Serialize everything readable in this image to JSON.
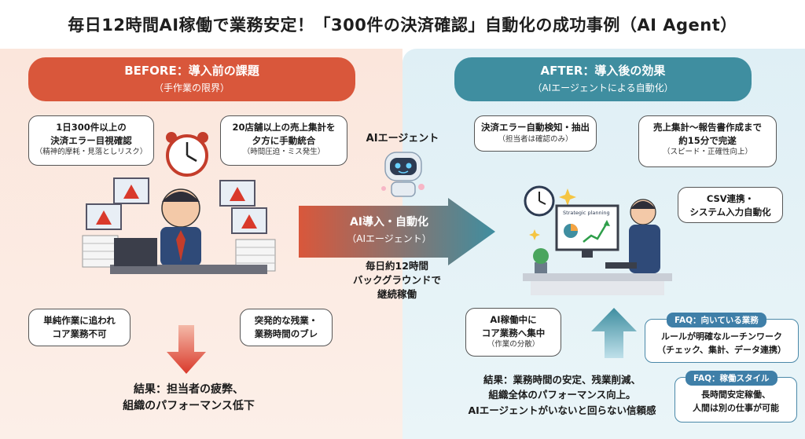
{
  "title": "毎日12時間AI稼働で業務安定！「300件の決済確認」自動化の成功事例（AI Agent）",
  "before": {
    "header": "BEFORE：導入前の課題",
    "subheader": "（手作業の限界）",
    "bubble1_l1": "1日300件以上の",
    "bubble1_l2": "決済エラー目視確認",
    "bubble1_sub": "（精神的摩耗・見落としリスク）",
    "bubble2_l1": "20店舗以上の売上集計を",
    "bubble2_l2": "夕方に手動統合",
    "bubble2_sub": "（時間圧迫・ミス発生）",
    "bubble3_l1": "単純作業に追われ",
    "bubble3_l2": "コア業務不可",
    "bubble4_l1": "突発的な残業・",
    "bubble4_l2": "業務時間のブレ",
    "result_l1": "結果：担当者の疲弊、",
    "result_l2": "組織のパフォーマンス低下"
  },
  "middle": {
    "agent_label": "AIエージェント",
    "arrow_l1": "AI導入・自動化",
    "arrow_l2": "（AIエージェント）",
    "note_l1": "毎日約12時間",
    "note_l2": "バックグラウンドで",
    "note_l3": "継続稼働"
  },
  "after": {
    "header": "AFTER：導入後の効果",
    "subheader": "（AIエージェントによる自動化）",
    "bubble1_l1": "決済エラー自動検知・抽出",
    "bubble1_sub": "（担当者は確認のみ）",
    "bubble2_l1": "売上集計〜報告書作成まで",
    "bubble2_l2": "約15分で完遂",
    "bubble2_sub": "（スピード・正確性向上）",
    "bubble3_l1": "CSV連携・",
    "bubble3_l2": "システム入力自動化",
    "bubble4_l1": "AI稼働中に",
    "bubble4_l2": "コア業務へ集中",
    "bubble4_sub": "（作業の分散）",
    "screen_text": "Strategic planning",
    "result_l1": "結果：業務時間の安定、残業削減、",
    "result_l2": "組織全体のパフォーマンス向上。",
    "result_l3": "AIエージェントがいないと回らない信頼感"
  },
  "faq": [
    {
      "tag": "FAQ：向いている業務",
      "l1": "ルールが明確なルーチンワーク",
      "l2": "（チェック、集計、データ連携）"
    },
    {
      "tag": "FAQ：稼働スタイル",
      "l1": "長時間安定稼働、",
      "l2": "人間は別の仕事が可能"
    }
  ],
  "colors": {
    "before": "#d9573b",
    "after": "#3f8ea0",
    "faq": "#3f7fa8"
  },
  "icons": [
    "alarm-clock-icon",
    "warning-icon",
    "robot-icon",
    "wall-clock-icon",
    "sparkle-icon",
    "up-arrow-icon",
    "down-arrow-icon"
  ]
}
